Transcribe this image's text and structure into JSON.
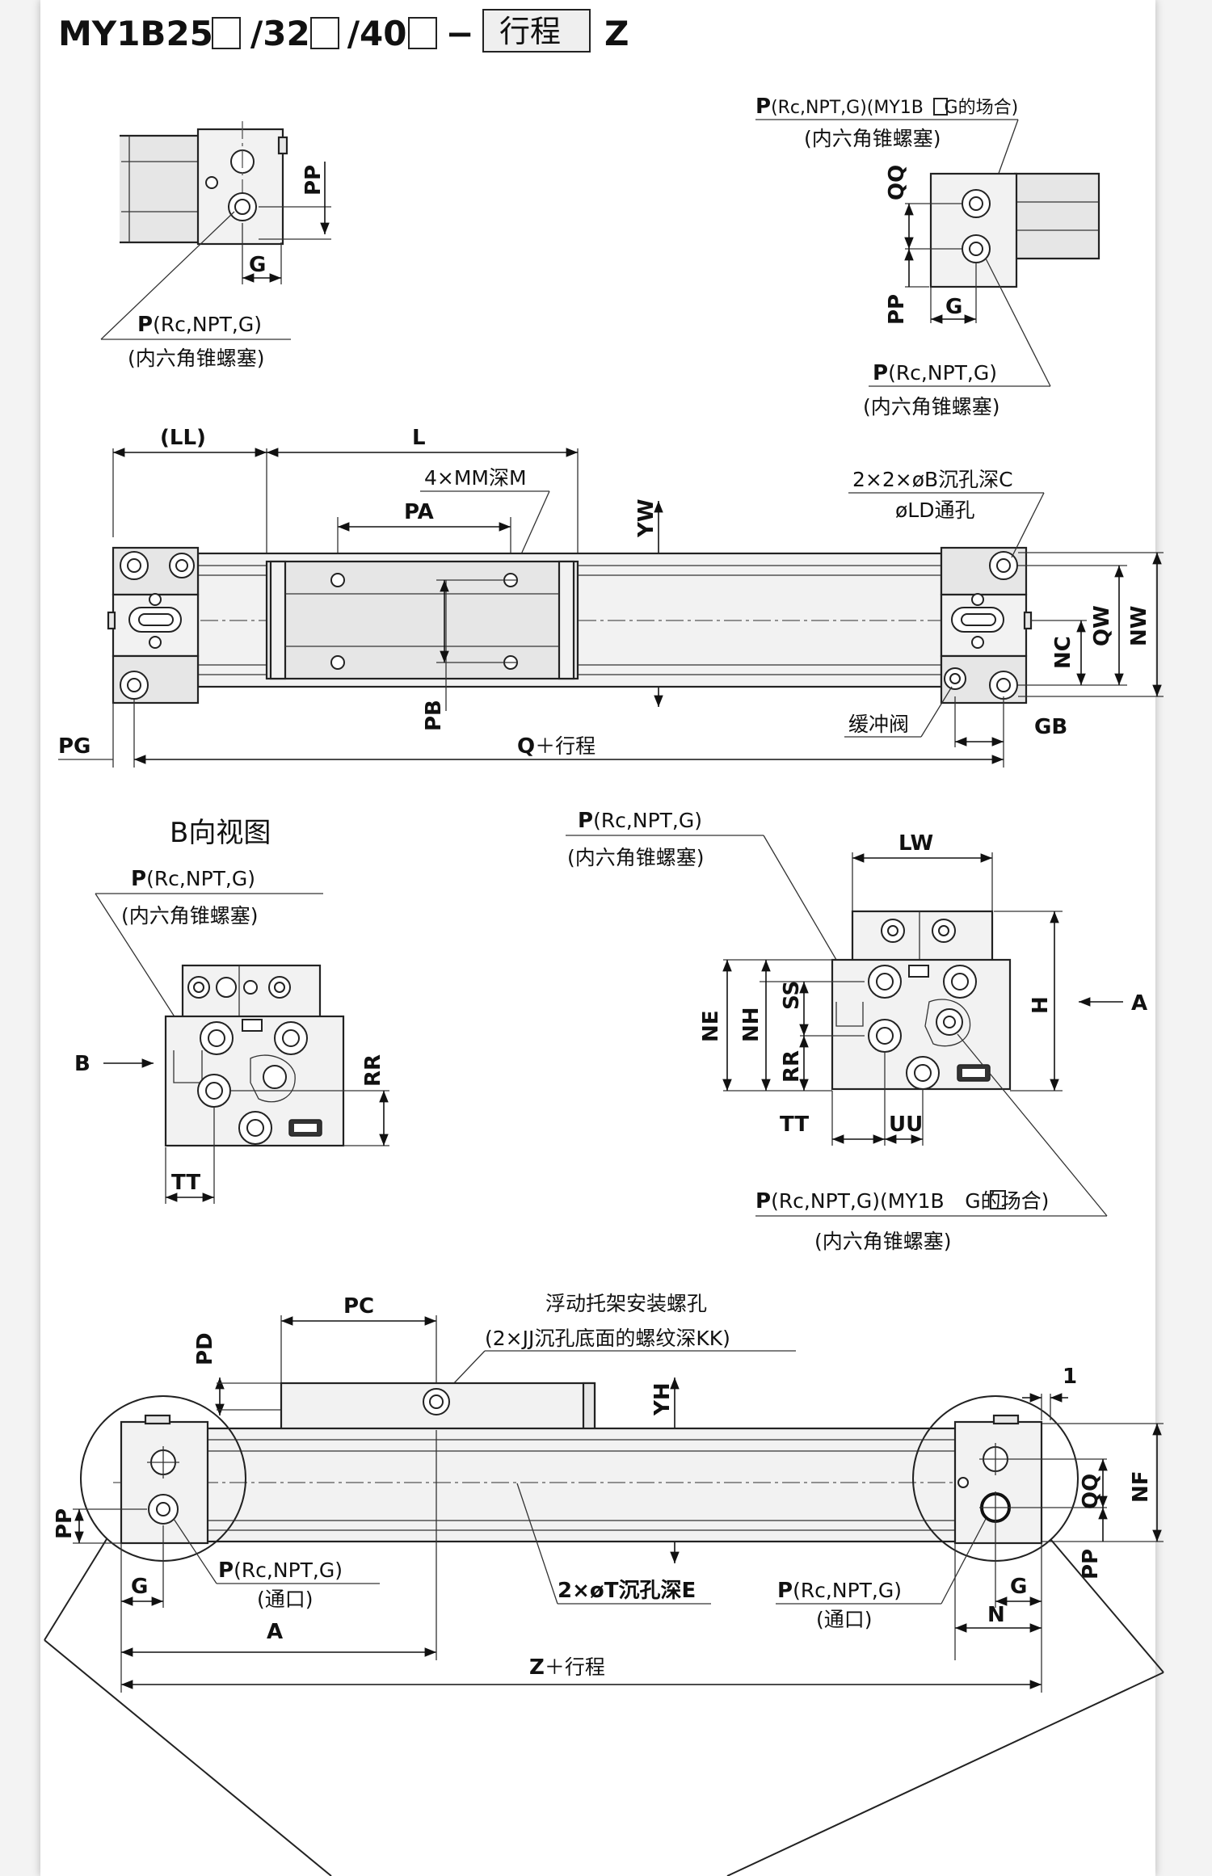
{
  "title": {
    "model": "MY1B25",
    "s1": "/32",
    "s2": "/40",
    "dash": "−",
    "stroke_box": "行程",
    "suffix": "Z"
  },
  "labels": {
    "P": "P",
    "port_spec": "(Rc,NPT,G)",
    "port_spec_g": "(Rc,NPT,G)(MY1B",
    "g_case": "G的场合)",
    "hex_plug": "(内六角锥螺塞)",
    "port_open": "(通口)",
    "PP": "PP",
    "QQ": "QQ",
    "G": "G",
    "LL": "(LL)",
    "L": "L",
    "mm": "4×MM深M",
    "PA": "PA",
    "PB": "PB",
    "YW": "YW",
    "counterbore": "2×2×øB沉孔深C",
    "ld_hole": "øLD通孔",
    "QW": "QW",
    "NW": "NW",
    "NC": "NC",
    "GB": "GB",
    "PG": "PG",
    "cushion": "缓冲阀",
    "q_stroke": "Q＋行程",
    "b_view": "B向视图",
    "B": "B",
    "RR": "RR",
    "TT": "TT",
    "LW": "LW",
    "NE": "NE",
    "NH": "NH",
    "SS": "SS",
    "H": "H",
    "A": "A",
    "UU": "UU",
    "PC": "PC",
    "PD": "PD",
    "float_1": "浮动托架安装螺孔",
    "float_2": "(2×JJ沉孔底面的螺纹深KK)",
    "YH": "YH",
    "one": "1",
    "NF": "NF",
    "t_hole": "2×øT沉孔深E",
    "N": "N",
    "z_stroke": "Z＋行程"
  }
}
